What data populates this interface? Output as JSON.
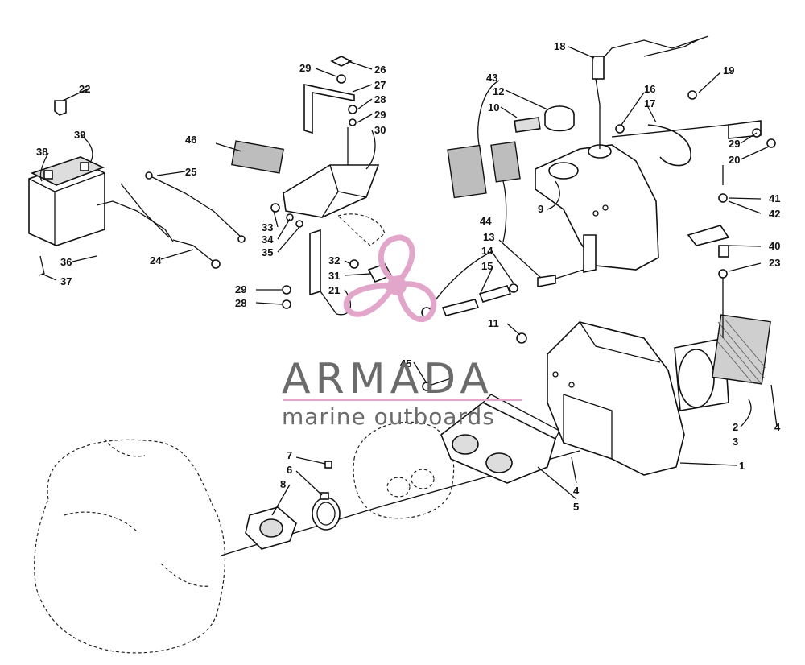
{
  "watermark": {
    "brand": "ARMADA",
    "tagline": "marine outboards",
    "accent_color": "#e3a6cb",
    "text_color": "#6b6b6b",
    "logo_icon": "propeller-icon"
  },
  "callouts": {
    "n1": "1",
    "n2": "2",
    "n3": "3",
    "n4a": "4",
    "n4b": "4",
    "n5": "5",
    "n6": "6",
    "n7": "7",
    "n8": "8",
    "n9": "9",
    "n10": "10",
    "n11": "11",
    "n12": "12",
    "n13": "13",
    "n14": "14",
    "n15": "15",
    "n16": "16",
    "n17": "17",
    "n18": "18",
    "n19": "19",
    "n20": "20",
    "n21": "21",
    "n22": "22",
    "n23": "23",
    "n24": "24",
    "n25": "25",
    "n26": "26",
    "n27": "27",
    "n28a": "28",
    "n28b": "28",
    "n29a": "29",
    "n29b": "29",
    "n29c": "29",
    "n29d": "29",
    "n30": "30",
    "n31": "31",
    "n32": "32",
    "n33": "33",
    "n34": "34",
    "n35": "35",
    "n36": "36",
    "n37": "37",
    "n38": "38",
    "n39": "39",
    "n40": "40",
    "n41": "41",
    "n42": "42",
    "n43": "43",
    "n44": "44",
    "n45": "45",
    "n46": "46"
  }
}
